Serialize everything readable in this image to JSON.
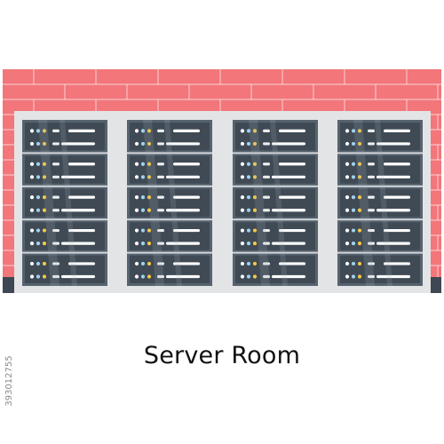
{
  "caption": "Server Room",
  "image_id": "393012755",
  "palette": {
    "wall": "#f2767a",
    "wall_mortar": "#ffffff",
    "baseboard": "#3d4852",
    "frame": "#e3e4e6",
    "server_body": "#56636f",
    "server_module": "#3f4a55",
    "server_divider": "#e9ebed",
    "glass_reflection": "#a7b1ba",
    "led_white": "#ffffff",
    "led_blue": "#9fd3f0",
    "led_yellow": "#f6c945",
    "bar": "#ffffff"
  },
  "icons": {
    "wall": "brick-wall-icon",
    "rack": "server-rack-icon"
  },
  "rack_count": 4,
  "modules_per_rack": 5
}
